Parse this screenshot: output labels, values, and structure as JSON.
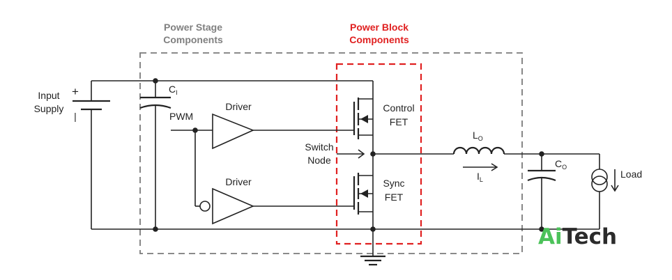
{
  "headings": {
    "power_stage_line1": "Power Stage",
    "power_stage_line2": "Components",
    "power_block_line1": "Power Block",
    "power_block_line2": "Components"
  },
  "labels": {
    "input_line1": "Input",
    "input_line2": "Supply",
    "plus": "+",
    "minus": "|",
    "ci_main": "C",
    "ci_sub": "I",
    "pwm": "PWM",
    "driver_top": "Driver",
    "driver_bottom": "Driver",
    "control_line1": "Control",
    "control_line2": "FET",
    "sync_line1": "Sync",
    "sync_line2": "FET",
    "switch_line1": "Switch",
    "switch_line2": "Node",
    "lo_main": "L",
    "lo_sub": "O",
    "il_main": "I",
    "il_sub": "L",
    "co_main": "C",
    "co_sub": "O",
    "load": "Load"
  },
  "watermark": {
    "part1": "Ai",
    "part2": "Tech"
  },
  "colors": {
    "gray_box": "#7a7a7a",
    "red_box": "#e02020",
    "wire": "#222222",
    "watermark_green": "#4cc25a",
    "watermark_dark": "#2b2b2b"
  }
}
